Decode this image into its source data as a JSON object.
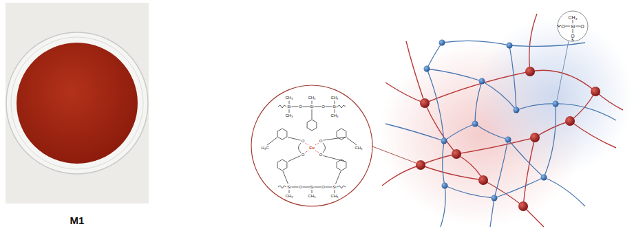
{
  "diagram": {
    "labels": [
      "M1",
      "CH₃",
      "CH₃",
      "CH₃",
      "Si",
      "O",
      "Si",
      "O",
      "Si",
      "CH₃",
      "CH₃",
      "H₃C",
      "O",
      "O",
      "Eu",
      "O",
      "O",
      "CH₃",
      "Si",
      "O",
      "Si",
      "O",
      "Si",
      "CH₃",
      "CH₃",
      "CH₃",
      "CH₃",
      "O",
      "Si",
      "O",
      "O"
    ]
  }
}
